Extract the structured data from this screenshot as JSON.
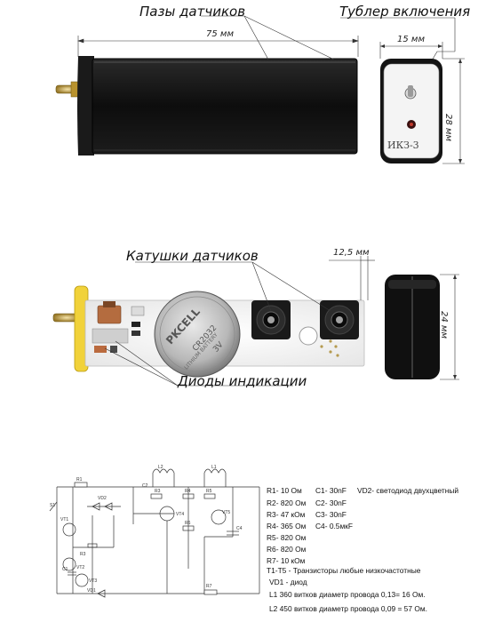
{
  "callouts": {
    "sensor_slots": "Пазы датчиков",
    "toggle_switch": "Тублер включения",
    "sensor_coils": "Катушки датчиков",
    "indicator_diodes": "Диоды индикации"
  },
  "dimensions": {
    "length": "75 мм",
    "width": "15 мм",
    "height": "28 мм",
    "depth": "12,5 мм",
    "height_side": "24 мм"
  },
  "device_label": "ИКЗ-3",
  "battery": {
    "brand": "PKCELL",
    "model": "CR2032",
    "voltage": "3V",
    "chem": "LITHIUM BATTERY"
  },
  "schematic": {
    "component_labels": [
      "R1",
      "R2",
      "R3",
      "R4",
      "R5",
      "R6",
      "R7",
      "C1",
      "C2",
      "C3",
      "C4",
      "VD1",
      "VD2",
      "VT1",
      "VT2",
      "VT3",
      "VT4",
      "VT5",
      "L1",
      "L2",
      "S1"
    ]
  },
  "parts_list": {
    "col1": [
      "R1- 10 Ом",
      "R2- 820 Ом",
      "R3- 47 кОм",
      "R4- 365 Ом",
      "R5- 820 Ом",
      "R6- 820 Ом",
      "R7- 10 кОм"
    ],
    "col2": [
      "C1- 30nF",
      "C2- 30nF",
      "C3- 30nF",
      "C4- 0.5мкF"
    ],
    "vd2": "VD2- светодиод двухцветный",
    "transistors": "T1-T5 -  Транзисторы любые низкочастотные",
    "vd1": "VD1 - диод",
    "l1": "L1  360 витков диаметр провода 0,13= 16 Ом.",
    "l2": "L2  450 витков диаметр провода 0,09 = 57 Ом."
  }
}
